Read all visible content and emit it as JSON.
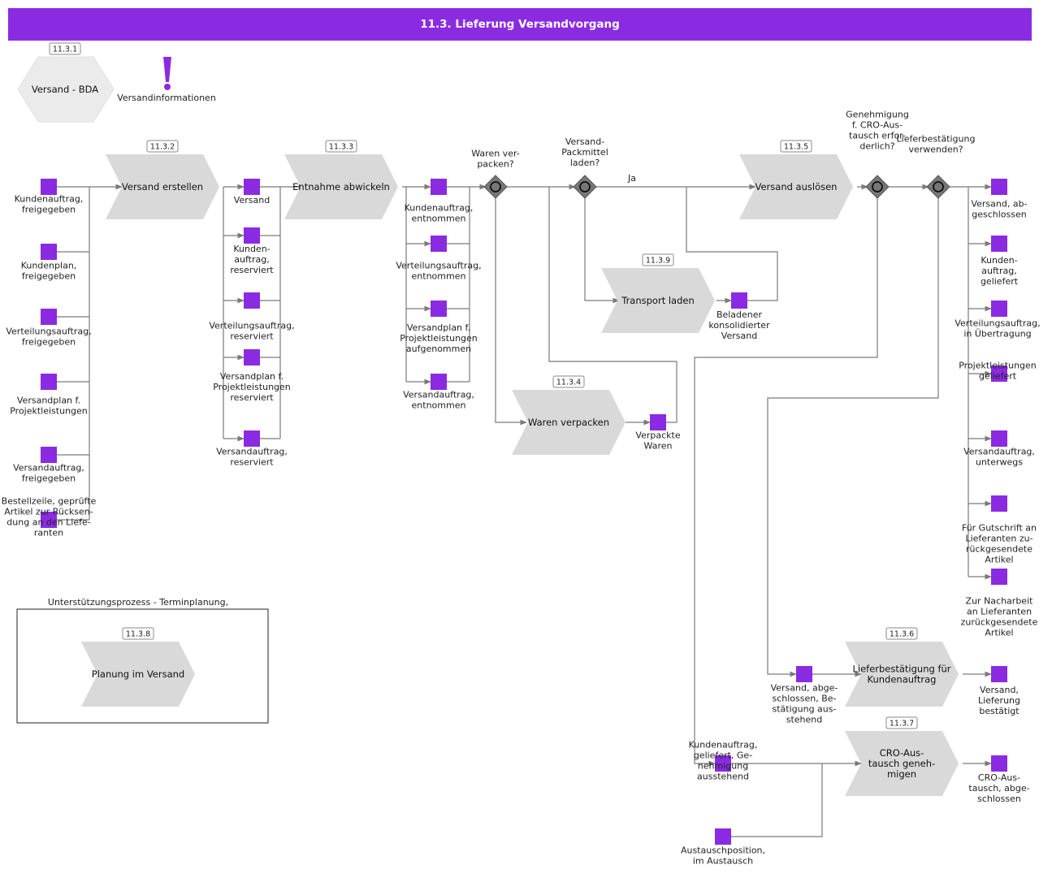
{
  "title": "11.3. Lieferung Versandvorgang",
  "colors": {
    "accent": "#8a2be2",
    "process_fill": "#d9d9d9",
    "hexagon_fill": "#ebebeb",
    "gateway_fill": "#777777",
    "connector": "#7a7a7a"
  },
  "start": {
    "badge": "11.3.1",
    "label": "Versand - BDA"
  },
  "info": {
    "icon": "exclamation-icon",
    "label": "Versandinformationen"
  },
  "processes": [
    {
      "id": "p1",
      "badge": "11.3.2",
      "label": "Versand erstellen"
    },
    {
      "id": "p2",
      "badge": "11.3.3",
      "label": "Entnahme abwickeln"
    },
    {
      "id": "p3",
      "badge": "11.3.5",
      "label": "Versand auslösen"
    },
    {
      "id": "p4",
      "badge": "11.3.9",
      "label": "Transport laden"
    },
    {
      "id": "p5",
      "badge": "11.3.4",
      "label": "Waren verpacken"
    },
    {
      "id": "p6",
      "badge": "11.3.6",
      "label": "Lieferbestätigung für Kundenauftrag"
    },
    {
      "id": "p7",
      "badge": "11.3.7",
      "label": "CRO-Aus-tausch geneh-migen"
    },
    {
      "id": "p8",
      "badge": "11.3.8",
      "label": "Planung im Versand"
    }
  ],
  "support_box": {
    "label": "Unterstützungsprozess - Terminplanung,"
  },
  "gateways": [
    {
      "id": "g1",
      "label": "Waren ver-packen?"
    },
    {
      "id": "g2",
      "label": "Versand-Packmittel laden?"
    },
    {
      "id": "g3",
      "label": "Genehmigung f. CRO-Aus-tausch erfor-derlich?"
    },
    {
      "id": "g4",
      "label": "Lieferbestätigung verwenden?"
    }
  ],
  "edge_labels": {
    "ja": "Ja"
  },
  "events": [
    {
      "id": "e1",
      "label": "Kundenauftrag, freigegeben"
    },
    {
      "id": "e2",
      "label": "Kundenplan, freigegeben"
    },
    {
      "id": "e3",
      "label": "Verteilungsauftrag, freigegeben"
    },
    {
      "id": "e4",
      "label": "Versandplan f. Projektleistungen"
    },
    {
      "id": "e5",
      "label": "Versandauftrag, freigegeben"
    },
    {
      "id": "e6",
      "label": "Bestellzeile, geprüfte Artikel zur Rücksen-dung an den Liefe-ranten"
    },
    {
      "id": "e7",
      "label": "Versand"
    },
    {
      "id": "e8",
      "label": "Kunden-auftrag, reserviert"
    },
    {
      "id": "e9",
      "label": "Verteilungsauftrag, reserviert"
    },
    {
      "id": "e10",
      "label": "Versandplan f. Projektleistungen reserviert"
    },
    {
      "id": "e11",
      "label": "Versandauftrag, reserviert"
    },
    {
      "id": "e12",
      "label": "Kundenauftrag, entnommen"
    },
    {
      "id": "e13",
      "label": "Verteilungsauftrag, entnommen"
    },
    {
      "id": "e14",
      "label": "Versandplan f. Projektleistungen aufgenommen"
    },
    {
      "id": "e15",
      "label": "Versandauftrag, entnommen"
    },
    {
      "id": "e16",
      "label": "Beladener konsolidierter Versand"
    },
    {
      "id": "e17",
      "label": "Verpackte Waren"
    },
    {
      "id": "e18",
      "label": "Versand, ab-geschlossen"
    },
    {
      "id": "e19",
      "label": "Kunden-auftrag, geliefert"
    },
    {
      "id": "e20",
      "label": "Verteilungsauftrag, in Übertragung"
    },
    {
      "id": "e21",
      "label": "Projektleistungen geliefert"
    },
    {
      "id": "e22",
      "label": "Versandauftrag, unterwegs"
    },
    {
      "id": "e23",
      "label": "Für Gutschrift an Lieferanten zu-rückgesendete Artikel"
    },
    {
      "id": "e24",
      "label": "Zur Nacharbeit an Lieferanten zurückgesendete Artikel"
    },
    {
      "id": "e25",
      "label": "Versand, abge-schlossen, Be-stätigung aus-stehend"
    },
    {
      "id": "e26",
      "label": "Versand, Lieferung bestätigt"
    },
    {
      "id": "e27",
      "label": "Kundenauftrag, geliefert, Ge-nehmigung ausstehend"
    },
    {
      "id": "e28",
      "label": "CRO-Aus-tausch, abge-schlossen"
    },
    {
      "id": "e29",
      "label": "Austauschposition, im Austausch"
    }
  ]
}
